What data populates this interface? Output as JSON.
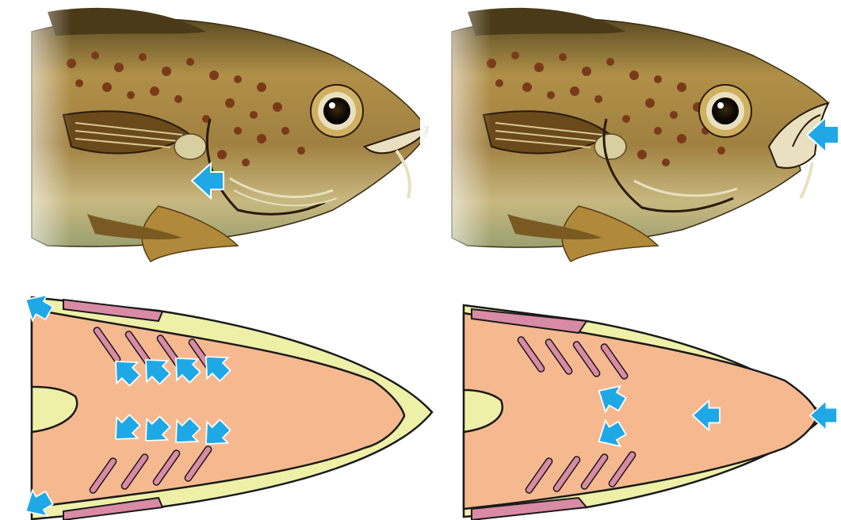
{
  "colors": {
    "background": "#ffffff",
    "fish_body": "#9a7a3a",
    "fish_spot": "#7a3a1a",
    "fish_belly": "#d8cfa0",
    "cavity": "#f6b98f",
    "gill_wall": "#eef0a8",
    "gill_filament": "#d98aa5",
    "arrow": "#1fa8e6",
    "outline": "#1a1a1a"
  },
  "panels": [
    {
      "id": "gill-outflow-view",
      "caption": ""
    },
    {
      "id": "mouth-intake-view",
      "caption": ""
    },
    {
      "id": "gill-outflow-diagram",
      "caption": ""
    },
    {
      "id": "mouth-intake-diagram",
      "caption": ""
    }
  ],
  "icons": {
    "water_flow": "water-flow-arrow-icon",
    "eye": "fish-eye-icon"
  }
}
